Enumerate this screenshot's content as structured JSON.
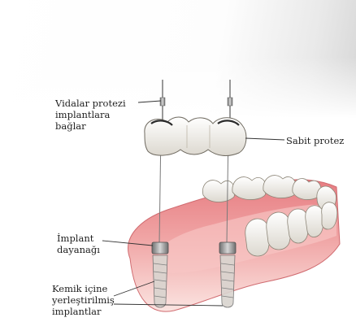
{
  "labels": {
    "screws": {
      "lines": [
        "Vidalar protezi",
        "implantlara",
        "bağlar"
      ]
    },
    "fixed_prosthesis": {
      "lines": [
        "Sabit protez"
      ]
    },
    "abutment": {
      "lines": [
        "İmplant",
        "dayanağı"
      ]
    },
    "implants": {
      "lines": [
        "Kemik içine",
        "yerleştirilmiş",
        "implantlar"
      ]
    }
  },
  "colors": {
    "gum": "#e98a8d",
    "gum_light": "#f6c3c0",
    "tooth": "#f4f1ea",
    "metal": "#9a9a9a",
    "text": "#1f1f1f"
  }
}
